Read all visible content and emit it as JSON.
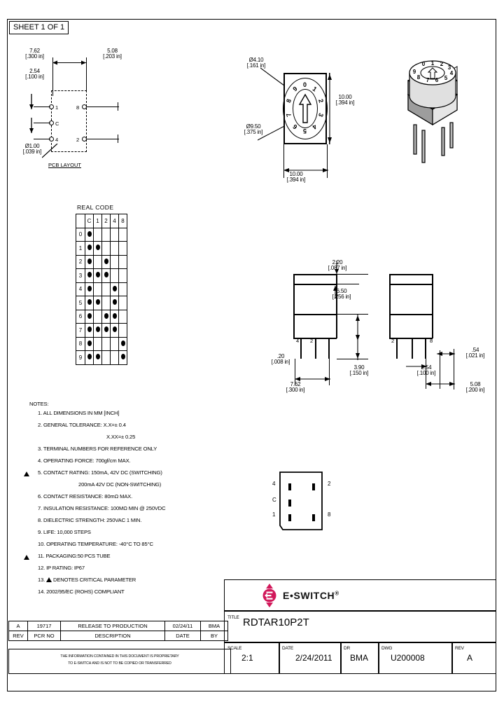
{
  "sheet": {
    "tab": "SHEET 1 OF 1"
  },
  "pcb_layout": {
    "title": "PCB LAYOUT",
    "dims": [
      {
        "name": "width",
        "mm": "7.62",
        "inch": "[.300 in]"
      },
      {
        "name": "pitch",
        "mm": "2.54",
        "inch": "[.100 in]"
      },
      {
        "name": "height",
        "mm": "5.08",
        "inch": "[.203 in]"
      },
      {
        "name": "hole",
        "mm": "Ø1.00",
        "inch": "[.039 in]"
      }
    ],
    "pins": [
      "1",
      "C",
      "4",
      "8",
      "2"
    ]
  },
  "real_code": {
    "title": "REAL CODE",
    "columns": [
      "",
      "C",
      "1",
      "2",
      "4",
      "8"
    ],
    "rows": [
      {
        "pos": "0",
        "cells": [
          1,
          0,
          0,
          0,
          0
        ]
      },
      {
        "pos": "1",
        "cells": [
          1,
          1,
          0,
          0,
          0
        ]
      },
      {
        "pos": "2",
        "cells": [
          1,
          0,
          1,
          0,
          0
        ]
      },
      {
        "pos": "3",
        "cells": [
          1,
          1,
          1,
          0,
          0
        ]
      },
      {
        "pos": "4",
        "cells": [
          1,
          0,
          0,
          1,
          0
        ]
      },
      {
        "pos": "5",
        "cells": [
          1,
          1,
          0,
          1,
          0
        ]
      },
      {
        "pos": "6",
        "cells": [
          1,
          0,
          1,
          1,
          0
        ]
      },
      {
        "pos": "7",
        "cells": [
          1,
          1,
          1,
          1,
          0
        ]
      },
      {
        "pos": "8",
        "cells": [
          1,
          0,
          0,
          0,
          1
        ]
      },
      {
        "pos": "9",
        "cells": [
          1,
          1,
          0,
          0,
          1
        ]
      }
    ]
  },
  "top_view": {
    "digits": [
      "0",
      "1",
      "2",
      "3",
      "4",
      "5",
      "6",
      "7",
      "8",
      "9"
    ],
    "dims": [
      {
        "name": "shaft-slot",
        "mm": "Ø4.10",
        "inch": "[.161 in]"
      },
      {
        "name": "dial",
        "mm": "Ø9.50",
        "inch": "[.375 in]"
      },
      {
        "name": "body-height",
        "mm": "10.00",
        "inch": "[.394 in]"
      },
      {
        "name": "body-width",
        "mm": "10.00",
        "inch": "[.394 in]"
      }
    ]
  },
  "front_view": {
    "dims": [
      {
        "name": "top-cap",
        "mm": "2.20",
        "inch": "[.087 in]"
      },
      {
        "name": "body",
        "mm": "6.50",
        "inch": "[.256 in]"
      },
      {
        "name": "lead-length",
        "mm": "3.90",
        "inch": "[.150 in]"
      },
      {
        "name": "lead-thick",
        "mm": ".20",
        "inch": "[.008 in]"
      },
      {
        "name": "lead-span",
        "mm": "7.62",
        "inch": "[.300 in]"
      }
    ],
    "terminals": [
      "4",
      "2"
    ]
  },
  "side_view": {
    "dims": [
      {
        "name": "pitch",
        "mm": "2.54",
        "inch": "[.100 in]"
      },
      {
        "name": "lead-width",
        "mm": ".54",
        "inch": "[.021 in]"
      },
      {
        "name": "span",
        "mm": "5.08",
        "inch": "[.200 in]"
      }
    ],
    "terminals": [
      "2",
      "8"
    ]
  },
  "bottom_view": {
    "left_terminals": [
      "4",
      "C",
      "1"
    ],
    "right_terminals": [
      "2",
      "8"
    ]
  },
  "notes": {
    "heading": "NOTES:",
    "items": [
      {
        "num": "1.",
        "text": "ALL DIMENSIONS IN MM [INCH]",
        "critical": false,
        "indent": 0
      },
      {
        "num": "2.",
        "text": "GENERAL TOLERANCE: X.X=± 0.4",
        "critical": false,
        "indent": 0
      },
      {
        "num": "",
        "text": "X.XX=± 0.25",
        "critical": false,
        "indent": 1
      },
      {
        "num": "3.",
        "text": "TERMINAL NUMBERS FOR REFERENCE ONLY",
        "critical": false,
        "indent": 0
      },
      {
        "num": "4.",
        "text": "OPERATING FORCE: 700gf/cm MAX.",
        "critical": false,
        "indent": 0
      },
      {
        "num": "5.",
        "text": "CONTACT RATING: 150mA, 42V DC (SWITCHING)",
        "critical": true,
        "indent": 0
      },
      {
        "num": "",
        "text": "200mA 42V DC (NON-SWITCHING)",
        "critical": false,
        "indent": 2
      },
      {
        "num": "6.",
        "text": "CONTACT RESISTANCE: 80mΩ MAX.",
        "critical": false,
        "indent": 0
      },
      {
        "num": "7.",
        "text": "INSULATION RESISTANCE: 100MΩ MIN @ 250VDC",
        "critical": false,
        "indent": 0
      },
      {
        "num": "8.",
        "text": "DIELECTRIC STRENGTH: 250VAC 1 MIN.",
        "critical": false,
        "indent": 0
      },
      {
        "num": "9.",
        "text": "LIFE: 10,000 STEPS",
        "critical": false,
        "indent": 0
      },
      {
        "num": "10.",
        "text": "OPERATING TEMPERATURE: -40°C TO 85°C",
        "critical": false,
        "indent": 0
      },
      {
        "num": "11.",
        "text": "PACKAGING:50 PCS TUBE",
        "critical": true,
        "indent": 0
      },
      {
        "num": "12.",
        "text": "IP RATING: IP67",
        "critical": false,
        "indent": 0
      },
      {
        "num": "13.",
        "text": "DENOTES CRITICAL PARAMETER",
        "critical": false,
        "indent": 0,
        "inline_tri": true
      },
      {
        "num": "14.",
        "text": "2002/95/EC (ROHS) COMPLIANT",
        "critical": false,
        "indent": 0
      }
    ]
  },
  "brand": {
    "name": "E•SWITCH",
    "trademark": "®",
    "color": "#d1185a"
  },
  "title_block": {
    "title_label": "TITLE",
    "title_value": "RDTAR10P2T",
    "fields": [
      {
        "label": "SCALE",
        "value": "2:1"
      },
      {
        "label": "DATE",
        "value": "2/24/2011"
      },
      {
        "label": "DR",
        "value": "BMA"
      },
      {
        "label": "DWG",
        "value": "U200008"
      },
      {
        "label": "REV",
        "value": "A"
      }
    ]
  },
  "revision_table": {
    "headers": [
      "REV",
      "PCR NO",
      "DESCRIPTION",
      "DATE",
      "BY"
    ],
    "rows": [
      {
        "rev": "A",
        "pcr": "19717",
        "desc": "RELEASE TO PRODUCTION",
        "date": "02/24/11",
        "by": "BMA"
      }
    ],
    "proprietary_line1": "THE INFORMATION CONTAINED IN THIS DOCUMENT IS PROPRIETARY",
    "proprietary_line2": "TO E-SWITCH AND IS NOT TO BE COPIED OR TRANSFERRED"
  }
}
